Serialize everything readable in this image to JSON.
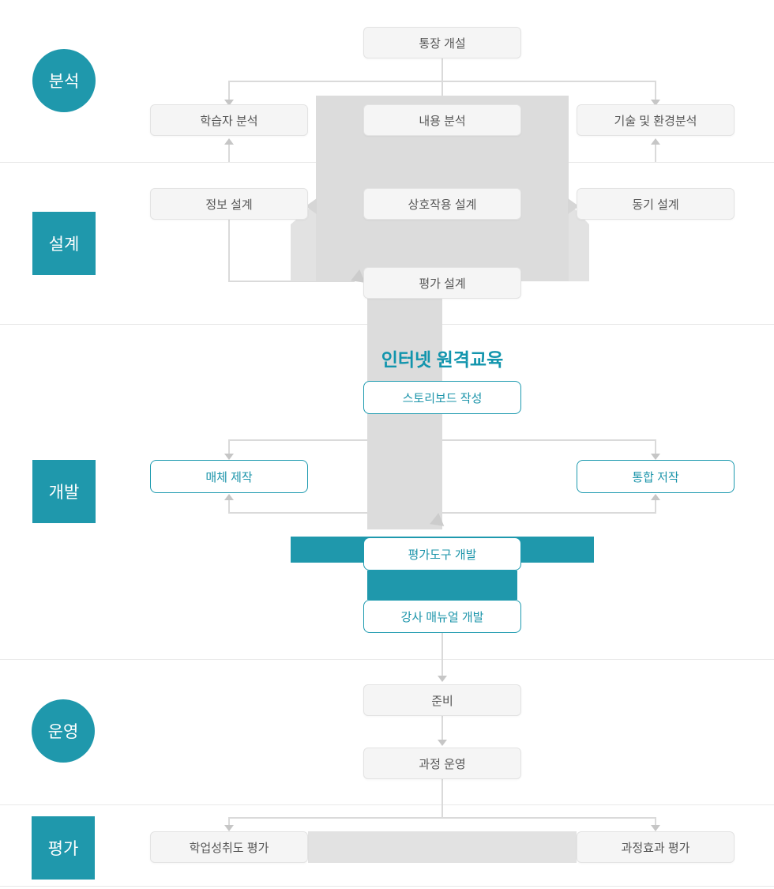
{
  "accent_color": "#1f98ac",
  "title": "인터넷 원격교육",
  "stages": [
    {
      "label": "분석",
      "shape": "circle"
    },
    {
      "label": "설계",
      "shape": "square"
    },
    {
      "label": "개발",
      "shape": "square"
    },
    {
      "label": "운영",
      "shape": "circle"
    },
    {
      "label": "평가",
      "shape": "square"
    }
  ],
  "nodes": {
    "bank": "통장 개설",
    "learner": "학습자 분석",
    "content": "내용 분석",
    "tech": "기술 및 환경분석",
    "info": "정보 설계",
    "interaction": "상호작용 설계",
    "motivation": "동기 설계",
    "eval_design": "평가 설계",
    "storyboard": "스토리보드 작성",
    "media": "매체 제작",
    "authoring": "통합 저작",
    "eval_tool": "평가도구 개발",
    "manual": "강사 매뉴얼 개발",
    "prep": "준비",
    "operation": "과정 운영",
    "achievement": "학업성취도 평가",
    "effect": "과정효과 평가"
  }
}
